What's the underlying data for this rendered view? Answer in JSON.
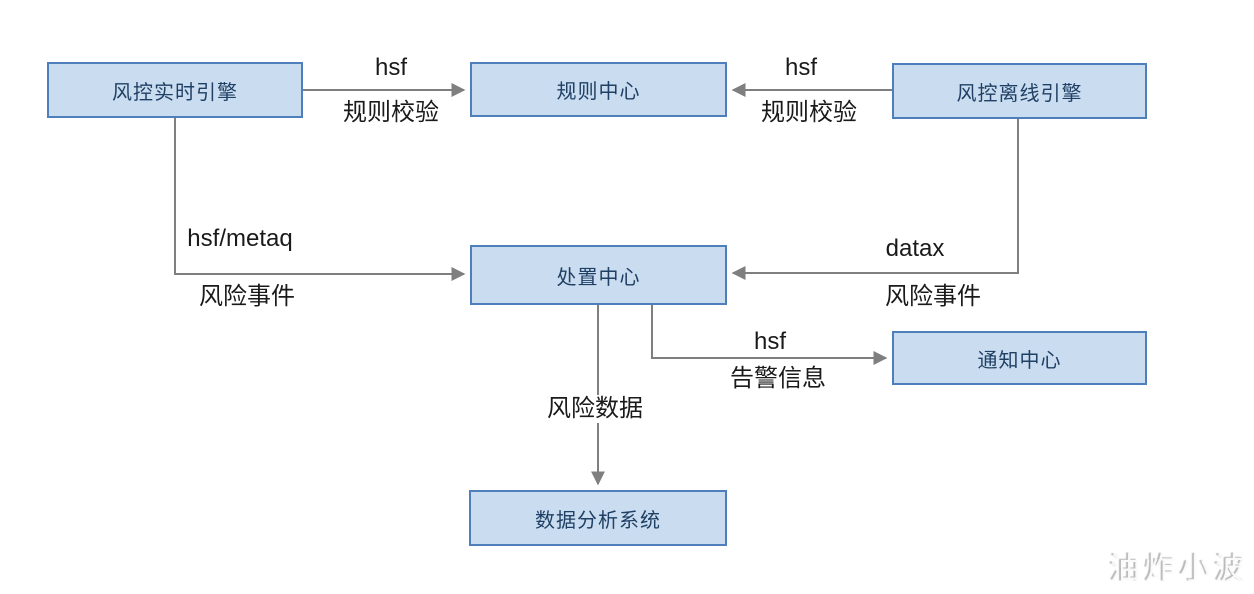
{
  "diagram": {
    "nodes": {
      "realtime_engine": {
        "label": "风控实时引擎"
      },
      "rule_center": {
        "label": "规则中心"
      },
      "offline_engine": {
        "label": "风控离线引擎"
      },
      "disposal_center": {
        "label": "处置中心"
      },
      "notification_center": {
        "label": "通知中心"
      },
      "data_analysis_system": {
        "label": "数据分析系统"
      }
    },
    "edges": {
      "realtime_to_rule": {
        "from": "风控实时引擎",
        "to": "规则中心",
        "protocol": "hsf",
        "label": "规则校验"
      },
      "offline_to_rule": {
        "from": "风控离线引擎",
        "to": "规则中心",
        "protocol": "hsf",
        "label": "规则校验"
      },
      "realtime_to_disposal": {
        "from": "风控实时引擎",
        "to": "处置中心",
        "protocol": "hsf/metaq",
        "label": "风险事件"
      },
      "offline_to_disposal": {
        "from": "风控离线引擎",
        "to": "处置中心",
        "protocol": "datax",
        "label": "风险事件"
      },
      "disposal_to_notification": {
        "from": "处置中心",
        "to": "通知中心",
        "protocol": "hsf",
        "label": "告警信息"
      },
      "disposal_to_analysis": {
        "from": "处置中心",
        "to": "数据分析系统",
        "label": "风险数据"
      }
    },
    "colors": {
      "node_fill": "#cadcf0",
      "node_border": "#4f7fba",
      "node_text": "#1f4064",
      "connector": "#7f7f7f",
      "edge_label_text": "#1a1a1a",
      "background": "#ffffff"
    },
    "watermark": "油炸小波"
  }
}
